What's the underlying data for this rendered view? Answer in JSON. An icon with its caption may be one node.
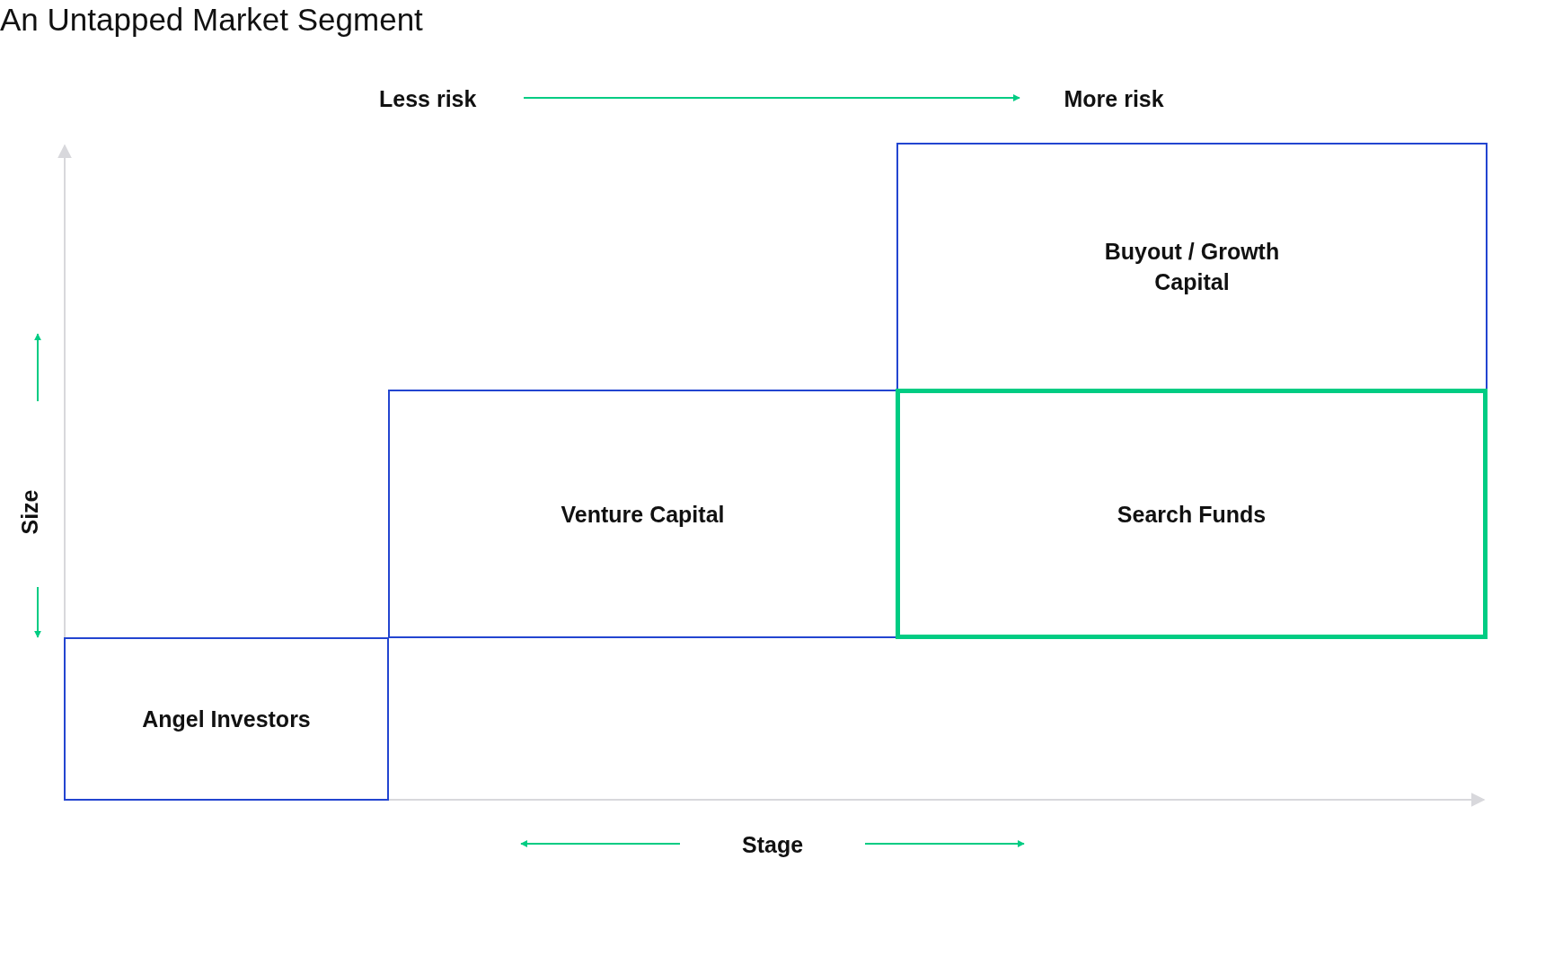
{
  "diagram": {
    "title": "An Untapped Market Segment",
    "nodes": [
      {
        "text": [
          "Buyout / Growth Capital"
        ]
      },
      {
        "text": [
          "Venture Capital"
        ]
      },
      {
        "text": [
          "Search Funds"
        ]
      },
      {
        "text": [
          "Angel Investors"
        ]
      }
    ],
    "labels": [
      "Less risk",
      "More risk",
      "Size",
      "Stage"
    ]
  }
}
